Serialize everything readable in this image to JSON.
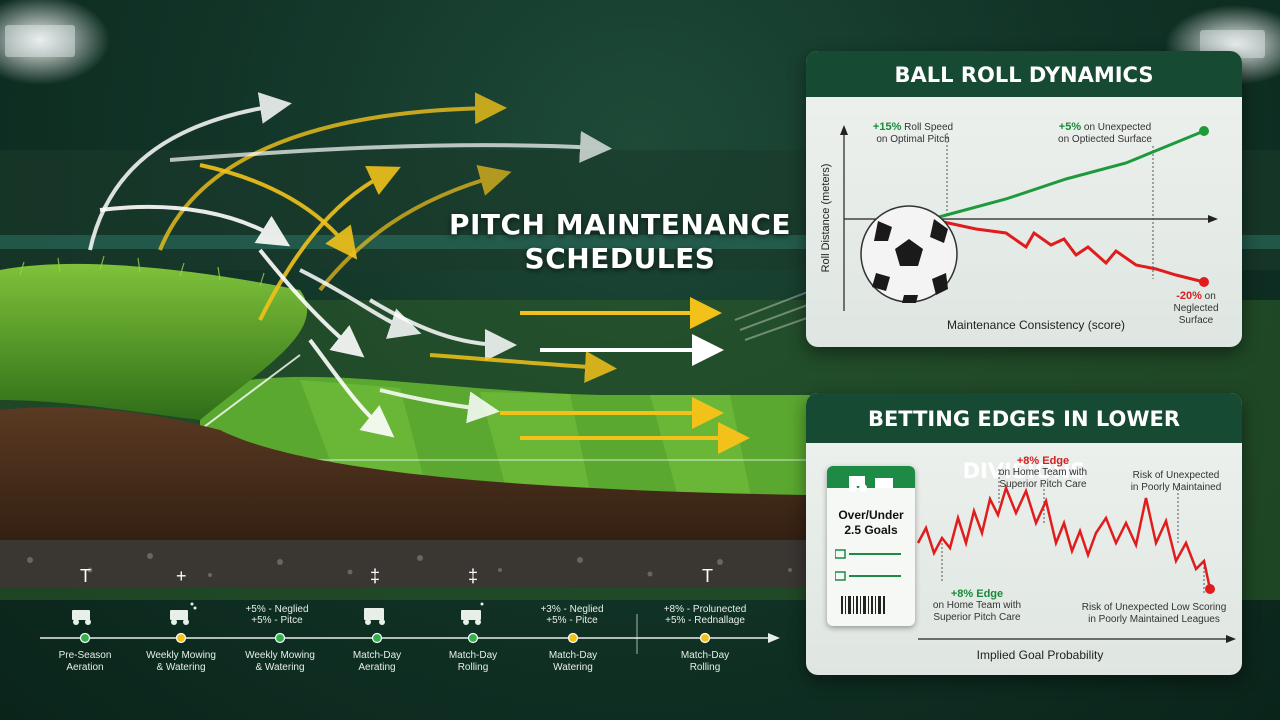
{
  "hero": {
    "title_line1": "PITCH MAINTENANCE",
    "title_line2": "SCHEDULES"
  },
  "ball_roll": {
    "title": "BALL ROLL DYNAMICS",
    "ylabel": "Roll Distance (meters)",
    "xlabel": "Maintenance Consistency (score)",
    "ann_left": {
      "value": "+15%",
      "rest": "Roll Speed",
      "line2": "on Optimal Pitch"
    },
    "ann_right": {
      "value": "+5%",
      "rest": "on Unexpected",
      "line2": "on Optiected Surface"
    },
    "ann_low": {
      "value": "-20%",
      "rest": "on",
      "line2": "Neglected",
      "line3": "Surface"
    }
  },
  "betting": {
    "title": "BETTING EDGES IN LOWER DIVISIONS",
    "ticket_title_line1": "Over/Under",
    "ticket_title_line2": "2.5 Goals",
    "xlabel": "Implied Goal Probability",
    "edge_top": {
      "value": "+8% Edge",
      "line2": "on Home Team with",
      "line3": "Superior Pitch Care"
    },
    "risk_top": {
      "line1": "Risk of Unexpected",
      "line2": "in Poorly Maintained"
    },
    "edge_bottom": {
      "value": "+8% Edge",
      "line2": "on Home Team with",
      "line3": "Superior Pitch Care"
    },
    "risk_bottom": {
      "line1": "Risk of Unexpected Low Scoring",
      "line2": "in Poorly Maintained Leagues"
    }
  },
  "timeline": {
    "stages": [
      {
        "line1": "Pre-Season",
        "line2": "Aeration",
        "icon": "mower-icon"
      },
      {
        "line1": "Weekly Mowing",
        "line2": "& Watering",
        "icon": "sprinkler-mower-icon"
      },
      {
        "line1": "Weekly Mowing",
        "line2": "& Watering",
        "icon": ""
      },
      {
        "line1": "Match-Day",
        "line2": "Aerating",
        "icon": "aerator-icon"
      },
      {
        "line1": "Match-Day",
        "line2": "Rolling",
        "icon": "roller-icon"
      },
      {
        "line1": "Match-Day",
        "line2": "Watering",
        "icon": ""
      },
      {
        "line1": "Match-Day",
        "line2": "Rolling",
        "icon": ""
      }
    ],
    "notes": [
      {
        "line1": "+5% - Neglied",
        "line2": "+5% - Pitce"
      },
      {
        "line1": "+3% - Neglied",
        "line2": "+5% - Pitce"
      },
      {
        "line1": "+8% - Prolunected",
        "line2": "+5% - Rednallage"
      }
    ]
  },
  "colors": {
    "grass": "#4c9a28",
    "arrow_yellow": "#f2c21a",
    "arrow_white": "#ffffff",
    "line_green": "#1e9a3c",
    "line_red": "#e01c1c",
    "panel_head": "#174a33",
    "timeline_dot": "#2fb24a"
  }
}
